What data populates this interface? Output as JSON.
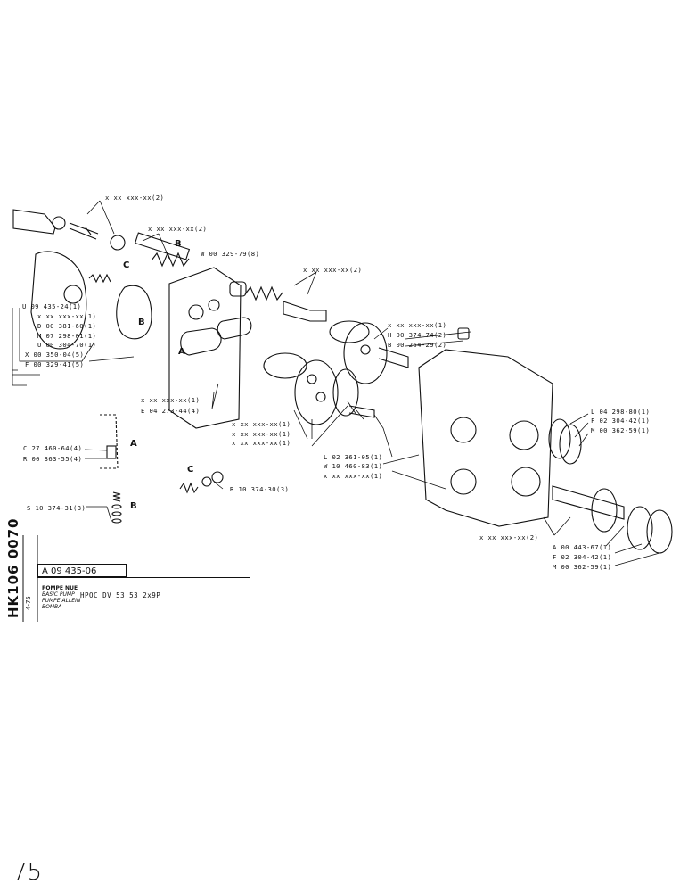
{
  "labels": [
    {
      "text": "x xx xxx-xx(2)"
    },
    {
      "text": "x xx xxx-xx(2)"
    },
    {
      "text": "W 00 329-79(8)"
    },
    {
      "text": "x xx xxx-xx(2)"
    },
    {
      "text": "U 09 435-24(1)"
    },
    {
      "text": "x xx xxx-xx(1)"
    },
    {
      "text": "D 00 381-60(1)"
    },
    {
      "text": "M 07 298-01(1)"
    },
    {
      "text": "U 00 304-70(1)"
    },
    {
      "text": "X 00 350-04(5)"
    },
    {
      "text": "F 00 329-41(5)"
    },
    {
      "text": "x xx xxx-xx(1)"
    },
    {
      "text": "H 00 374-74(2)"
    },
    {
      "text": "B 00 264-29(2)"
    },
    {
      "text": "x xx xxx-xx(1)"
    },
    {
      "text": "E 04 273-44(4)"
    },
    {
      "text": "x xx xxx-xx(1)"
    },
    {
      "text": "x xx xxx-xx(1)"
    },
    {
      "text": "x xx xxx-xx(1)"
    },
    {
      "text": "L 04 298-80(1)"
    },
    {
      "text": "F 02 304-42(1)"
    },
    {
      "text": "M 00 362-59(1)"
    },
    {
      "text": "L 02 361-05(1)"
    },
    {
      "text": "W 10 460-83(1)"
    },
    {
      "text": "x xx xxx-xx(1)"
    },
    {
      "text": "C 27 460-64(4)"
    },
    {
      "text": "R 00 363-55(4)"
    },
    {
      "text": "R 10 374-30(3)"
    },
    {
      "text": "S 10 374-31(3)"
    },
    {
      "text": "x xx xxx-xx(2)"
    },
    {
      "text": "A 00 443-67(1)"
    },
    {
      "text": "F 02 304-42(1)"
    },
    {
      "text": "M 00 362-59(1)"
    }
  ],
  "letters": {
    "b1": "B",
    "c1": "C",
    "b2": "B",
    "a1": "A",
    "a2": "A",
    "c2": "C",
    "b3": "B"
  },
  "title_block": {
    "ref": "A 09 435-06",
    "lines": [
      "POMPE NUE",
      "BASIC PUMP",
      "PUMPE ALLEIN",
      "BOMBA"
    ],
    "model": "HPOC DV 53 53 2x9P",
    "side_code": "HK106 0070",
    "side_date": "4-75"
  },
  "page_number": "75"
}
